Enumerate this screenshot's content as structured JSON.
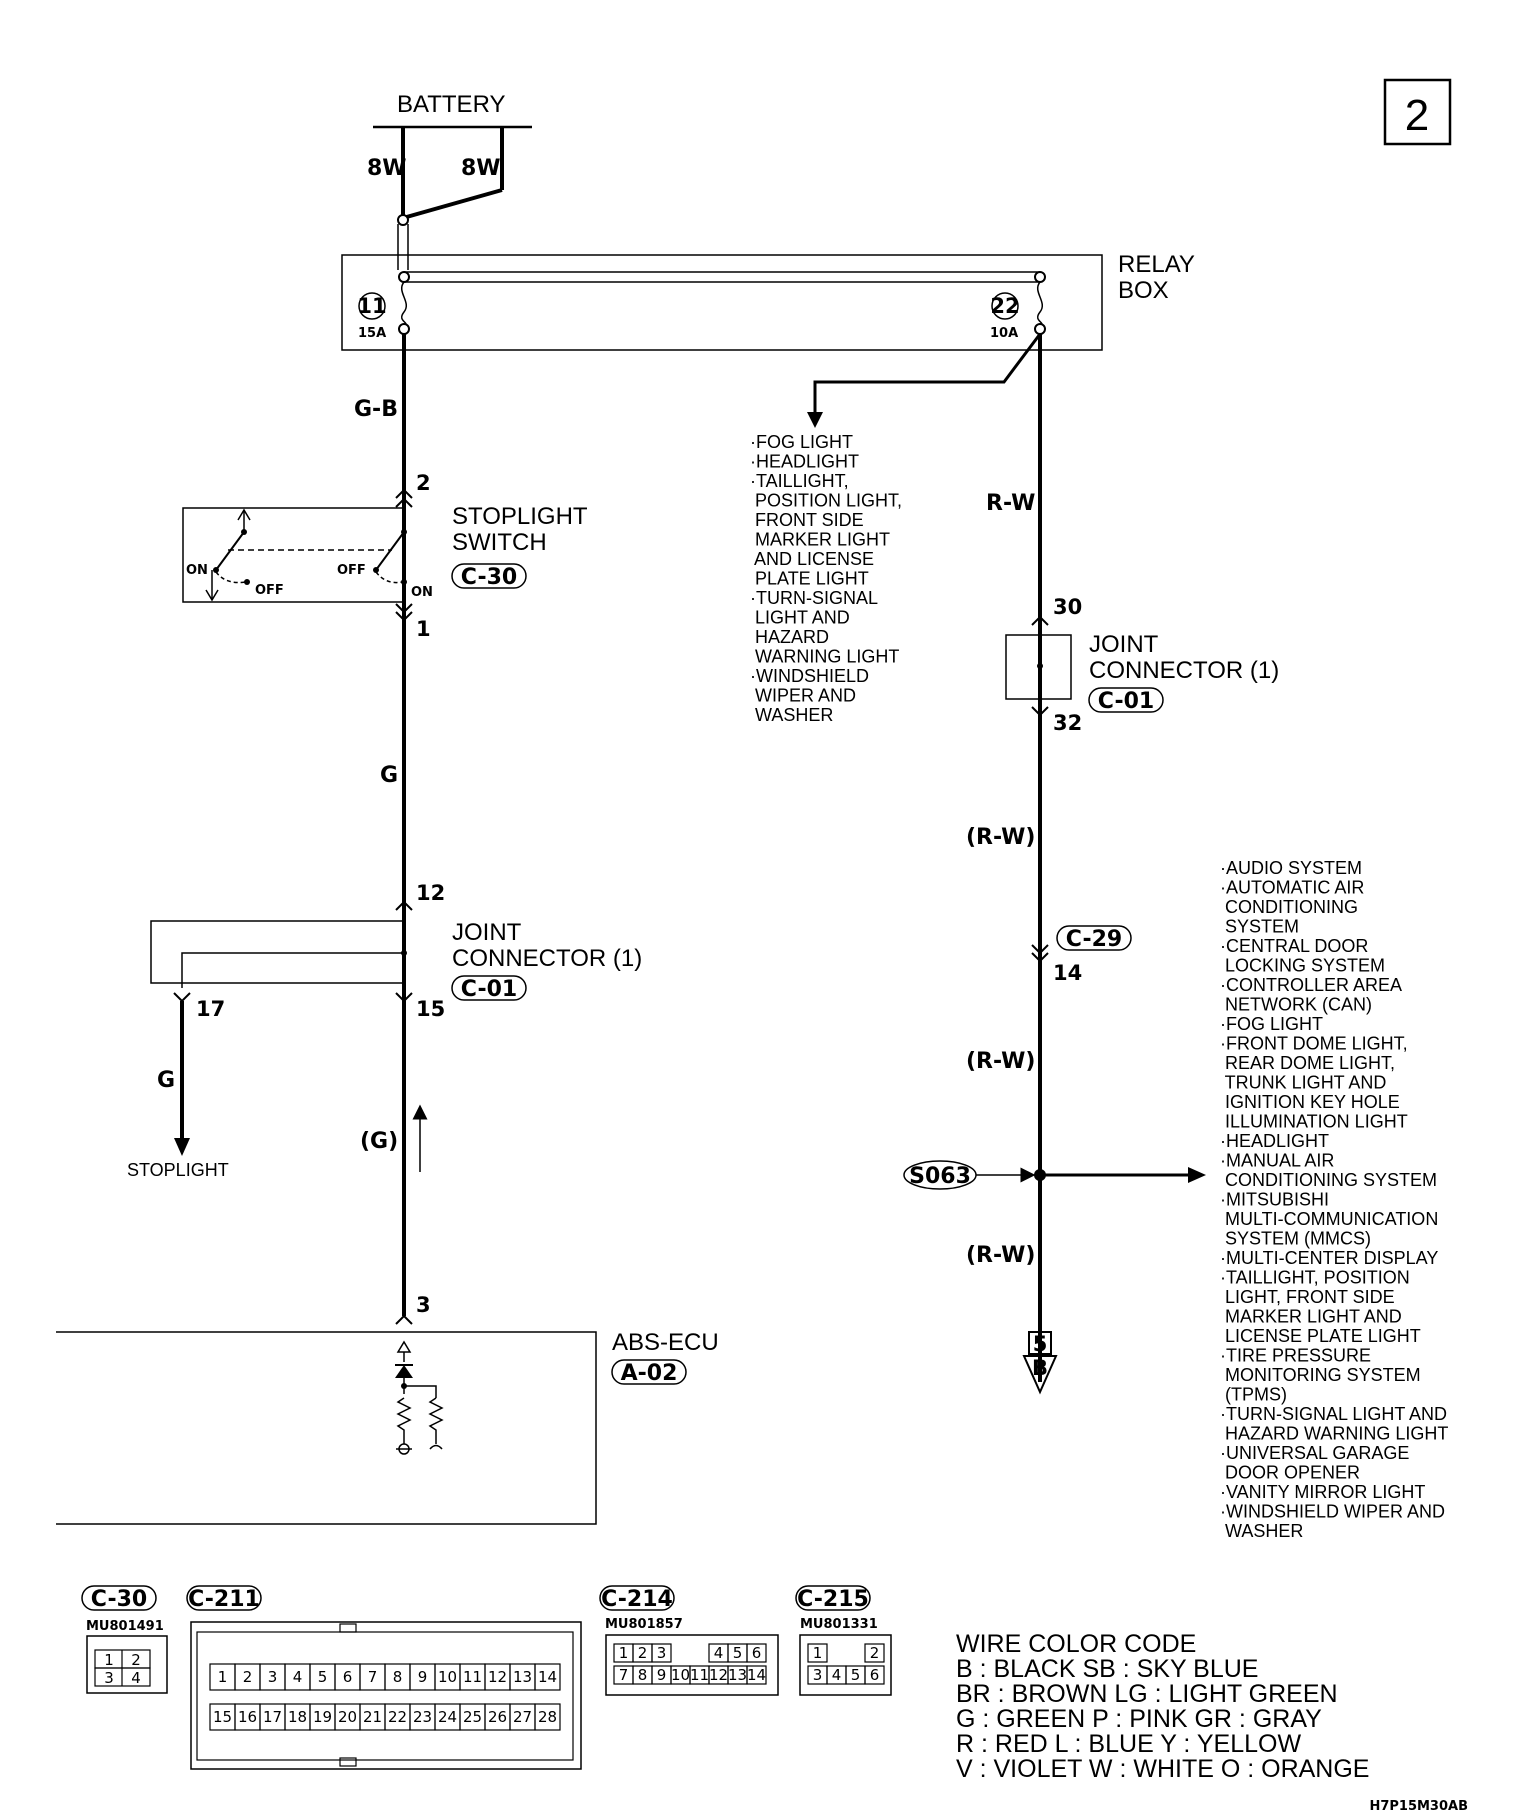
{
  "page_number": "2",
  "battery": {
    "label": "BATTERY",
    "wire_left": "8W",
    "wire_right": "8W"
  },
  "relay_box": {
    "label_line1": "RELAY",
    "label_line2": "BOX",
    "fuse_left_num": "11",
    "fuse_left_amp": "15A",
    "fuse_right_num": "22",
    "fuse_right_amp": "10A"
  },
  "wires": {
    "g_b": "G-B",
    "r_w": "R-W",
    "g_mid": "G",
    "r_w_paren1": "(R-W)",
    "r_w_paren2": "(R-W)",
    "r_w_paren3": "(R-W)",
    "g_stop": "G",
    "g_paren": "(G)"
  },
  "pins": {
    "p2": "2",
    "p1": "1",
    "p12": "12",
    "p15": "15",
    "p17": "17",
    "p3": "3",
    "p30": "30",
    "p32": "32",
    "p14": "14"
  },
  "stoplight_switch": {
    "line1": "STOPLIGHT",
    "line2": "SWITCH",
    "connector": "C-30",
    "on_left": "ON",
    "off_left": "OFF",
    "off_right": "OFF",
    "on_right": "ON"
  },
  "joint_left": {
    "line1": "JOINT",
    "line2": "CONNECTOR (1)",
    "connector": "C-01"
  },
  "joint_right": {
    "line1": "JOINT",
    "line2": "CONNECTOR (1)",
    "connector": "C-01"
  },
  "c29": "C-29",
  "splice": "S063",
  "abs": {
    "label": "ABS-ECU",
    "connector": "A-02"
  },
  "stoplight_label": "STOPLIGHT",
  "ref_box": "5",
  "ref_arrow": "B",
  "fuse22_list": [
    "·FOG LIGHT",
    "·HEADLIGHT",
    "·TAILLIGHT,",
    " POSITION LIGHT,",
    " FRONT SIDE",
    " MARKER LIGHT",
    " AND LICENSE",
    " PLATE LIGHT",
    "·TURN-SIGNAL",
    " LIGHT AND",
    " HAZARD",
    " WARNING LIGHT",
    "·WINDSHIELD",
    " WIPER AND",
    " WASHER"
  ],
  "splice_list": [
    "·AUDIO SYSTEM",
    "·AUTOMATIC AIR",
    " CONDITIONING",
    " SYSTEM",
    "·CENTRAL DOOR",
    " LOCKING SYSTEM",
    "·CONTROLLER AREA",
    " NETWORK (CAN)",
    "·FOG LIGHT",
    "·FRONT DOME LIGHT,",
    " REAR DOME LIGHT,",
    " TRUNK LIGHT AND",
    " IGNITION KEY HOLE",
    " ILLUMINATION LIGHT",
    "·HEADLIGHT",
    "·MANUAL AIR",
    " CONDITIONING SYSTEM",
    "·MITSUBISHI",
    " MULTI-COMMUNICATION",
    " SYSTEM (MMCS)",
    "·MULTI-CENTER DISPLAY",
    "·TAILLIGHT, POSITION",
    " LIGHT, FRONT SIDE",
    " MARKER LIGHT AND",
    " LICENSE PLATE LIGHT",
    "·TIRE PRESSURE",
    " MONITORING SYSTEM",
    " (TPMS)",
    "·TURN-SIGNAL LIGHT AND",
    " HAZARD WARNING LIGHT",
    "·UNIVERSAL GARAGE",
    " DOOR OPENER",
    "·VANITY MIRROR LIGHT",
    "·WINDSHIELD WIPER AND",
    " WASHER"
  ],
  "connectors": {
    "c30": {
      "name": "C-30",
      "part": "MU801491",
      "cells": [
        "1",
        "2",
        "3",
        "4"
      ]
    },
    "c211": {
      "name": "C-211",
      "row1": [
        "1",
        "2",
        "3",
        "4",
        "5",
        "6",
        "7",
        "8",
        "9",
        "10",
        "11",
        "12",
        "13",
        "14"
      ],
      "row2": [
        "15",
        "16",
        "17",
        "18",
        "19",
        "20",
        "21",
        "22",
        "23",
        "24",
        "25",
        "26",
        "27",
        "28"
      ]
    },
    "c214": {
      "name": "C-214",
      "part": "MU801857",
      "row1": [
        "1",
        "2",
        "3",
        "4",
        "5",
        "6"
      ],
      "row2": [
        "7",
        "8",
        "9",
        "10",
        "11",
        "12",
        "13",
        "14"
      ]
    },
    "c215": {
      "name": "C-215",
      "part": "MU801331",
      "row1": [
        "1",
        "2"
      ],
      "row2": [
        "3",
        "4",
        "5",
        "6"
      ]
    }
  },
  "wire_color_code": {
    "title": "WIRE COLOR CODE",
    "lines": [
      "B : BLACK     SB : SKY BLUE",
      "BR : BROWN      LG : LIGHT GREEN",
      "G : GREEN P : PINK     GR : GRAY",
      "R : RED     L : BLUE     Y : YELLOW",
      "V : VIOLET     W : WHITE     O : ORANGE"
    ]
  },
  "figure_code": "H7P15M30AB"
}
